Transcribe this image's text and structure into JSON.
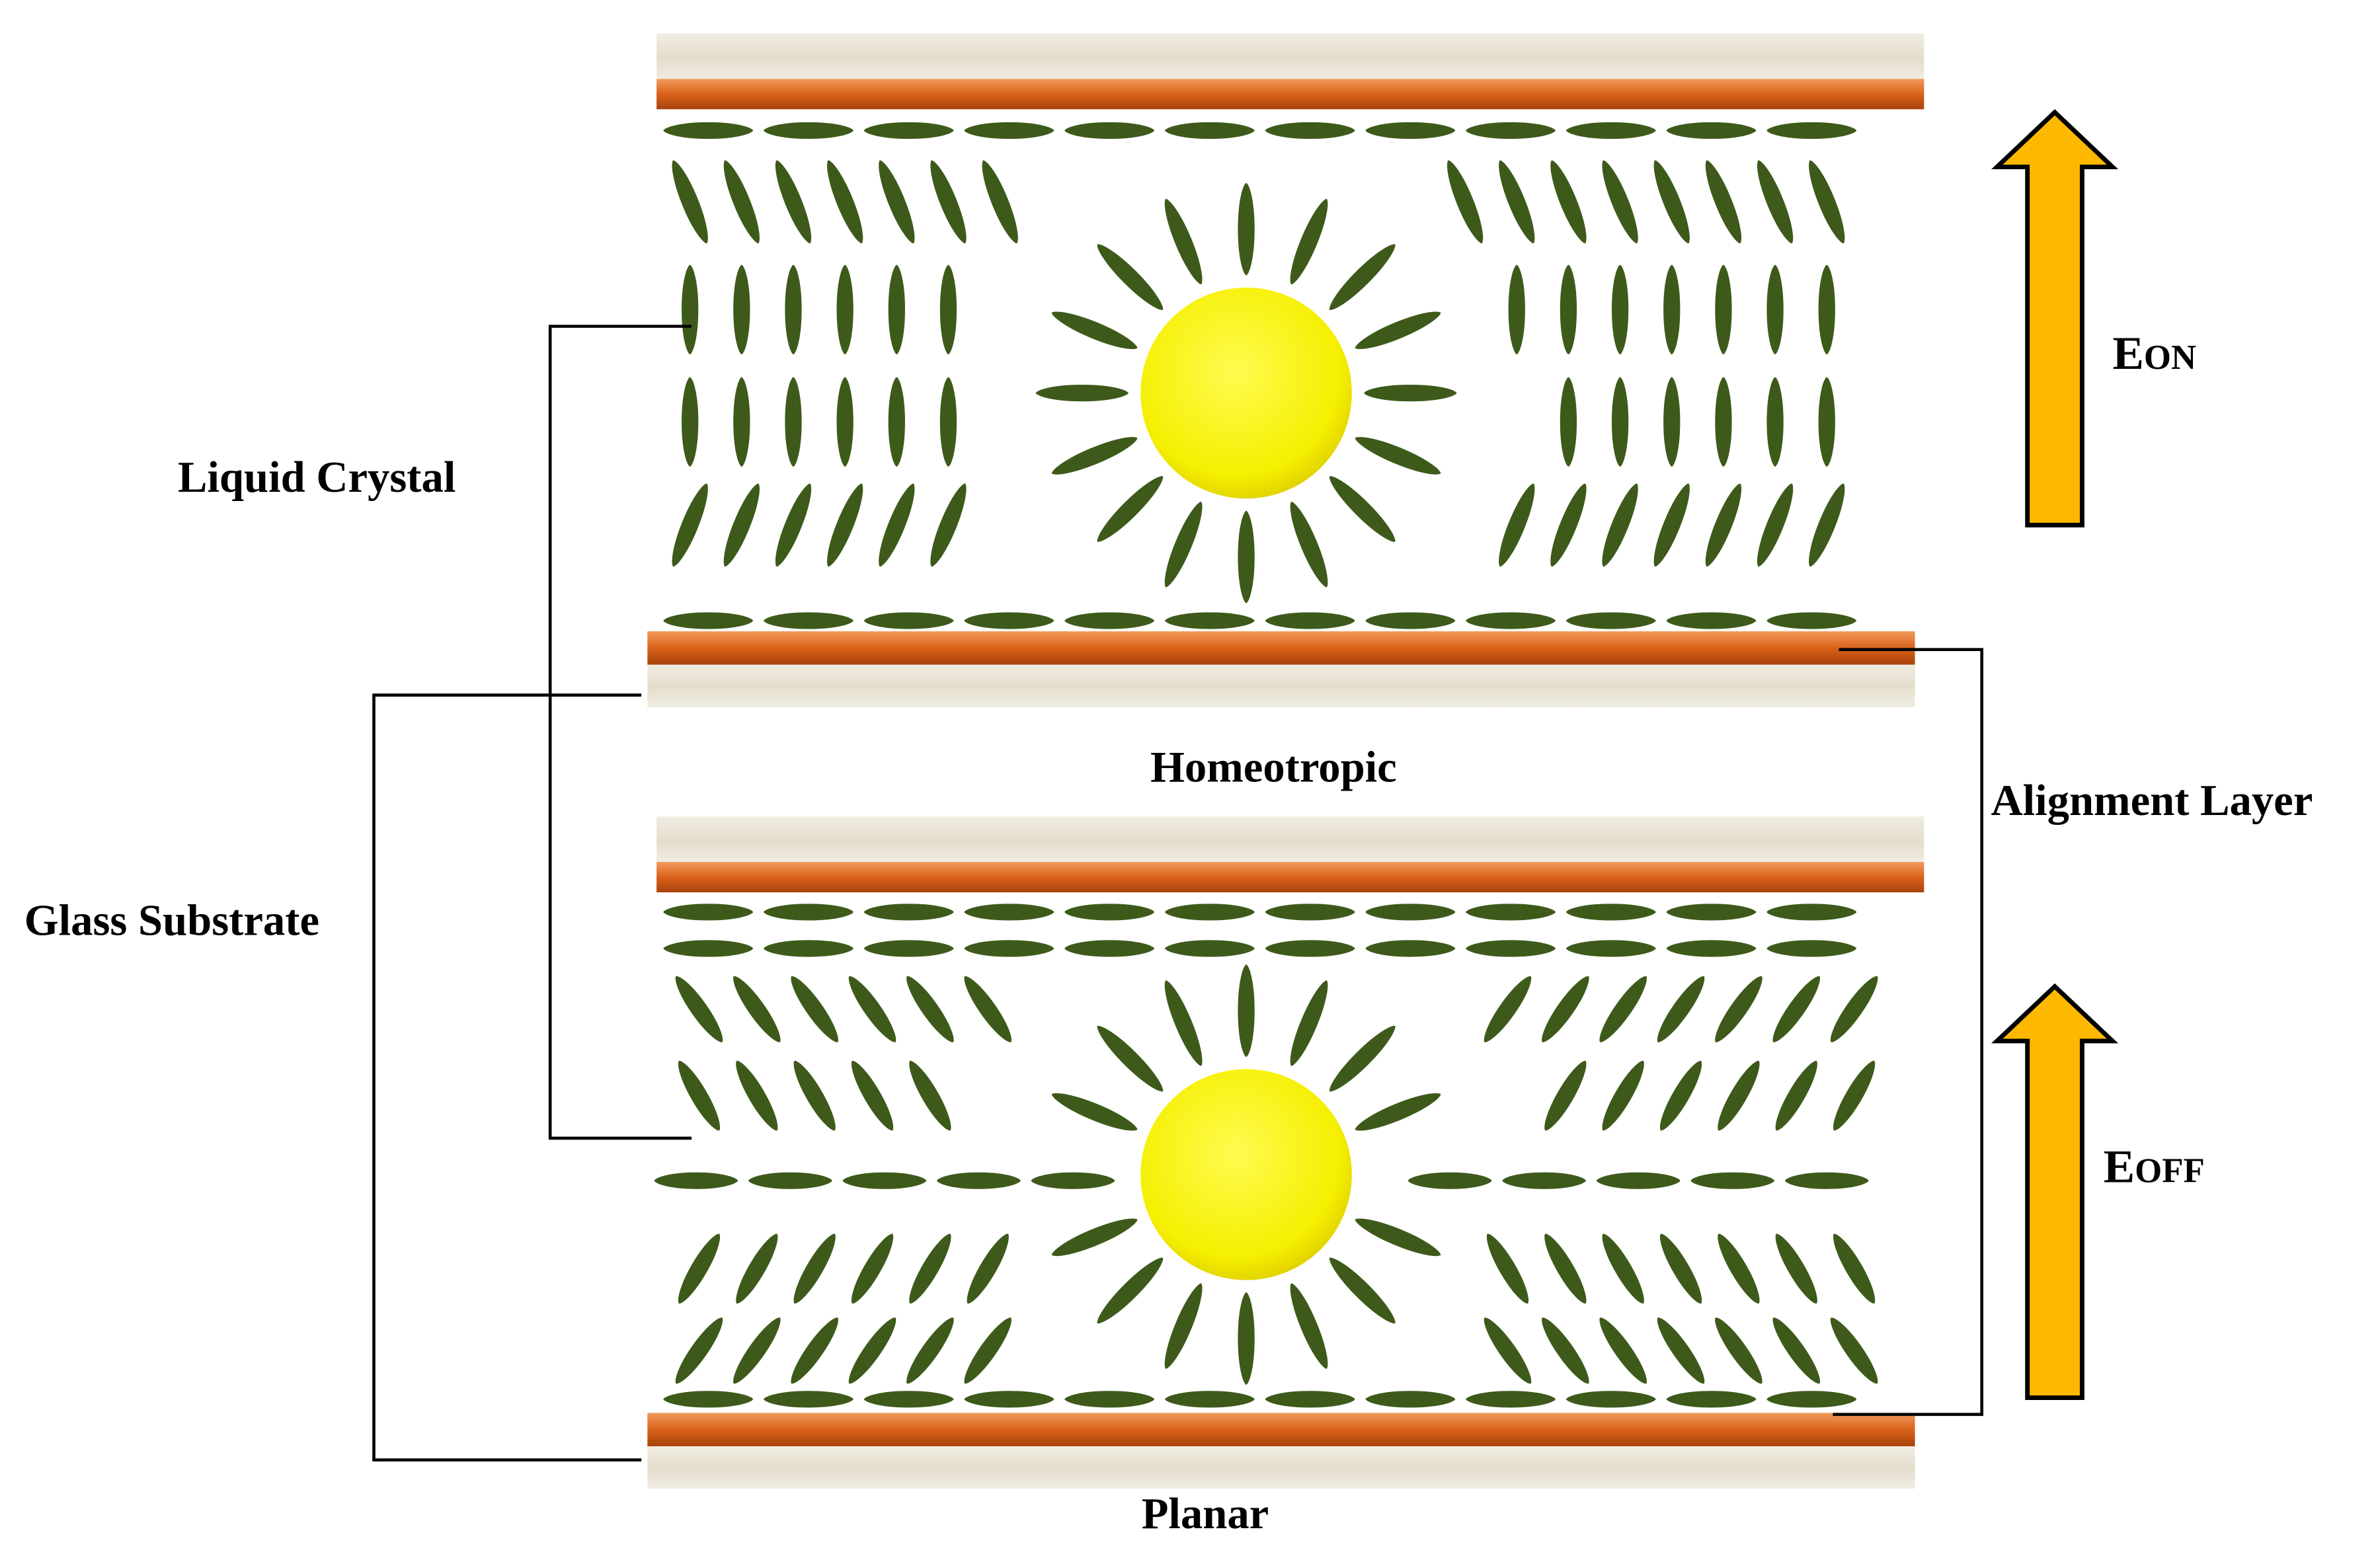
{
  "labels": {
    "liquid_crystal": "Liquid Crystal",
    "glass_substrate": "Glass Substrate",
    "alignment_layer": "Alignment Layer",
    "homeotropic": "Homeotropic",
    "planar": "Planar",
    "e_on_prefix": "E",
    "e_on_suffix": "ON",
    "e_off_prefix": "E",
    "e_off_suffix": "OFF"
  },
  "colors": {
    "molecule": "#3d5a1a",
    "alignment_layer": "#d9691f",
    "glass": "#ece7da",
    "droplet": "#f7f000",
    "arrow": "#ffb800",
    "line": "#000000"
  }
}
